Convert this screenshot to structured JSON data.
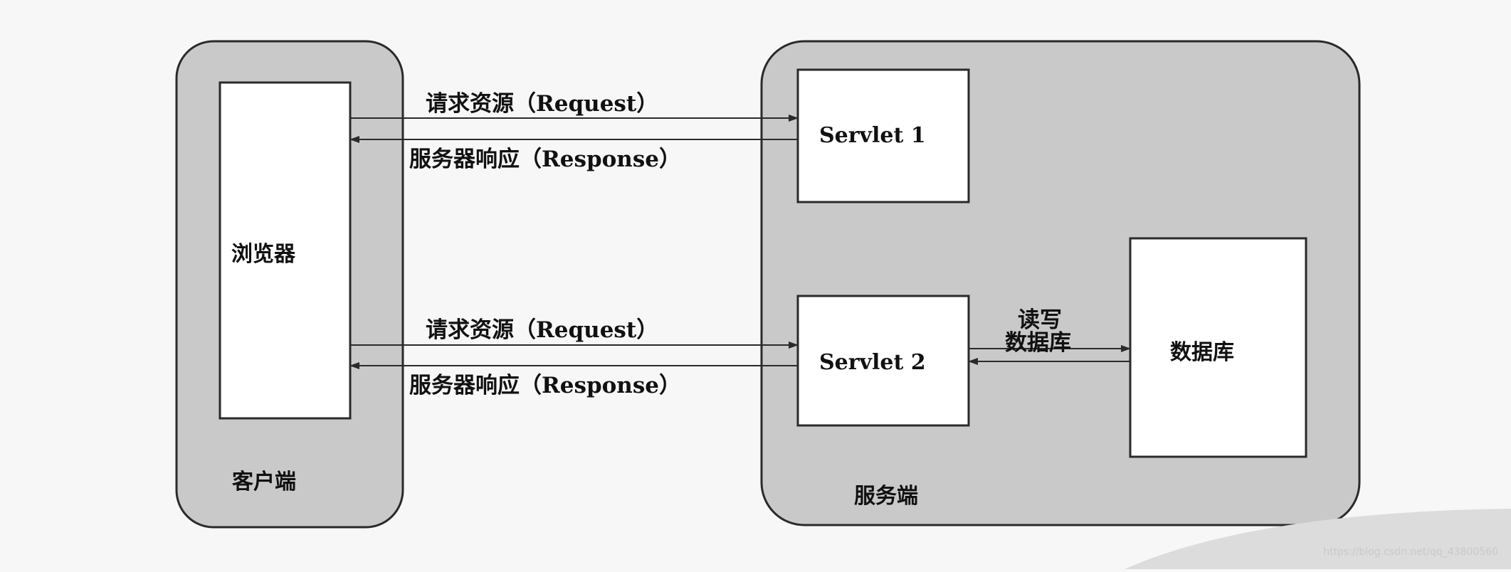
{
  "client": {
    "region_label": "客户端",
    "browser_label": "浏览器"
  },
  "server": {
    "region_label": "服务端",
    "servlet1_label": "Servlet 1",
    "servlet2_label": "Servlet 2",
    "database_label": "数据库"
  },
  "arrows": {
    "request1": "请求资源（Request）",
    "response1": "服务器响应（Response）",
    "request2": "请求资源（Request）",
    "response2": "服务器响应（Response）",
    "db_rw_line1": "读写",
    "db_rw_line2": "数据库"
  },
  "watermark": "https://blog.csdn.net/qq_43800560",
  "colors": {
    "region_fill": "#c9c9c9",
    "stroke": "#2a2a2a",
    "box_fill": "#ffffff"
  }
}
